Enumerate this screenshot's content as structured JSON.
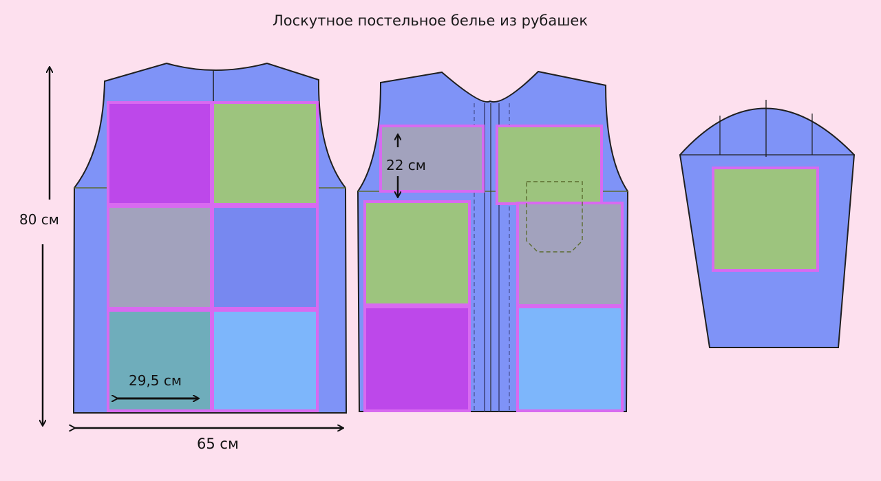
{
  "title": "Лоскутное постельное белье из рубашек",
  "dimensions": {
    "height_label": "80 см",
    "width_label": "65 см",
    "patch_width_label": "29,5 см",
    "patch_height_label": "22 см"
  },
  "colors": {
    "background": "#fde0ee",
    "shirt_fabric": "#7f93f7",
    "outline": "#1f1f1f",
    "patch_border": "#d86af0",
    "violet_patch": "#bd48ea",
    "green_patch": "#9dc47e",
    "grey_patch": "#a2a2bd",
    "blue_patch": "#7788f0",
    "teal_patch": "#6fadbb",
    "sky_patch": "#7db6fb"
  },
  "pieces": [
    "shirt-back",
    "shirt-front",
    "shirt-sleeve"
  ]
}
